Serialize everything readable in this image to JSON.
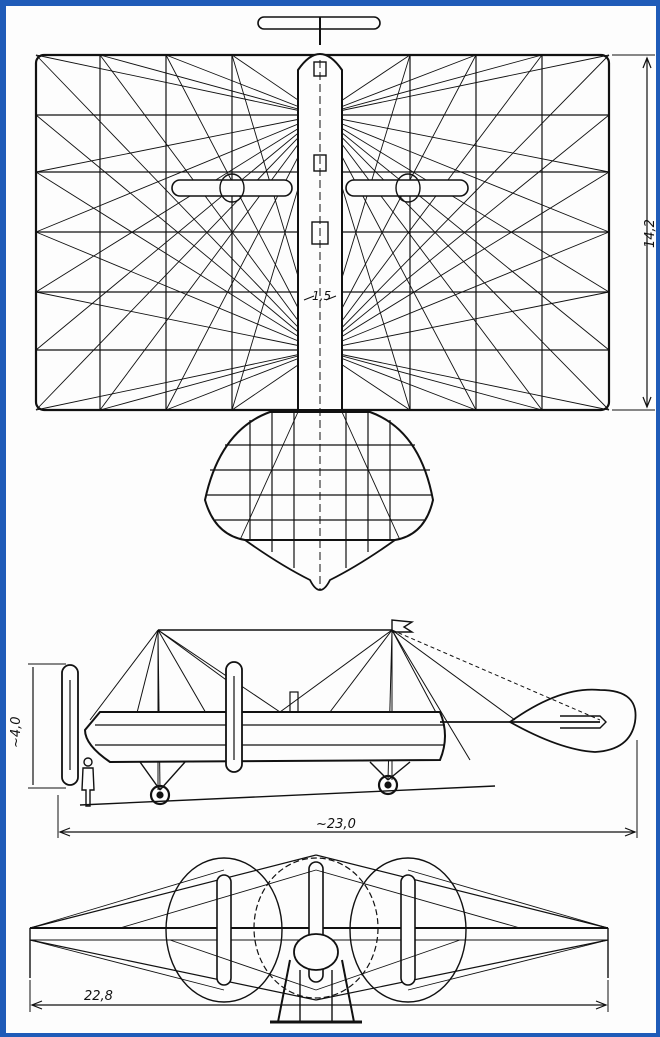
{
  "drawing": {
    "background_color": "#1f5bb8",
    "paper_color": "#fdfdfd",
    "ink_color": "#111111",
    "dimensions": {
      "wing_span_top": "14,2",
      "fuselage_width": "1,5",
      "height_side": "~4,0",
      "length_side": "~23,0",
      "width_front": "22,8"
    }
  }
}
